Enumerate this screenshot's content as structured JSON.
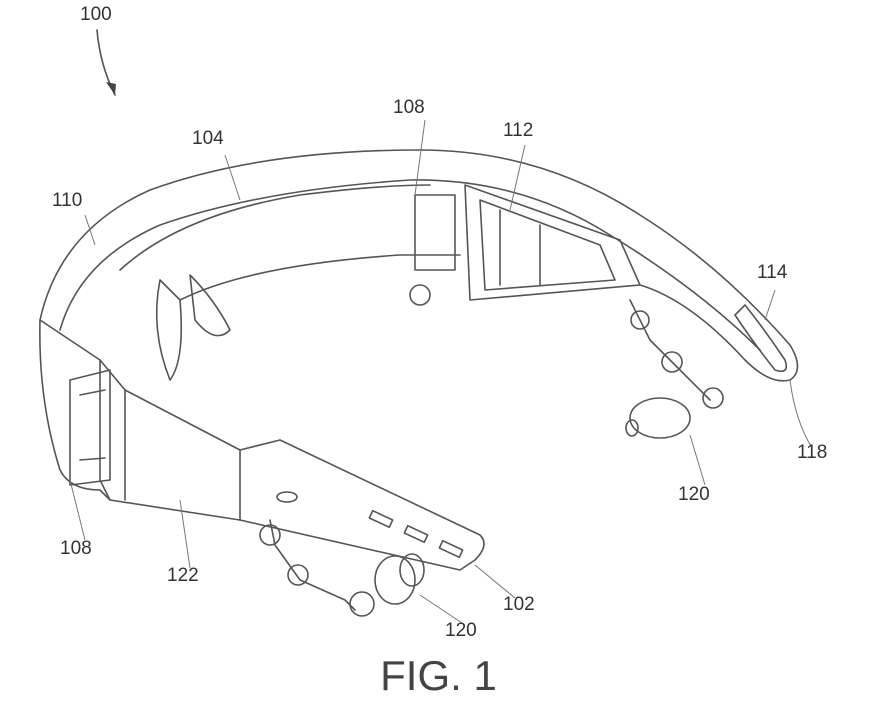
{
  "figure": {
    "caption": "FIG. 1",
    "reference_numerals": {
      "device": "100",
      "temple_right": "102",
      "band": "104",
      "display_top": "108",
      "display_bottom": "108",
      "front_frame": "110",
      "electronics": "112",
      "temple_left": "114",
      "temple_tip": "118",
      "earpiece_right": "120",
      "earpiece_bottom": "120",
      "housing": "122"
    }
  }
}
